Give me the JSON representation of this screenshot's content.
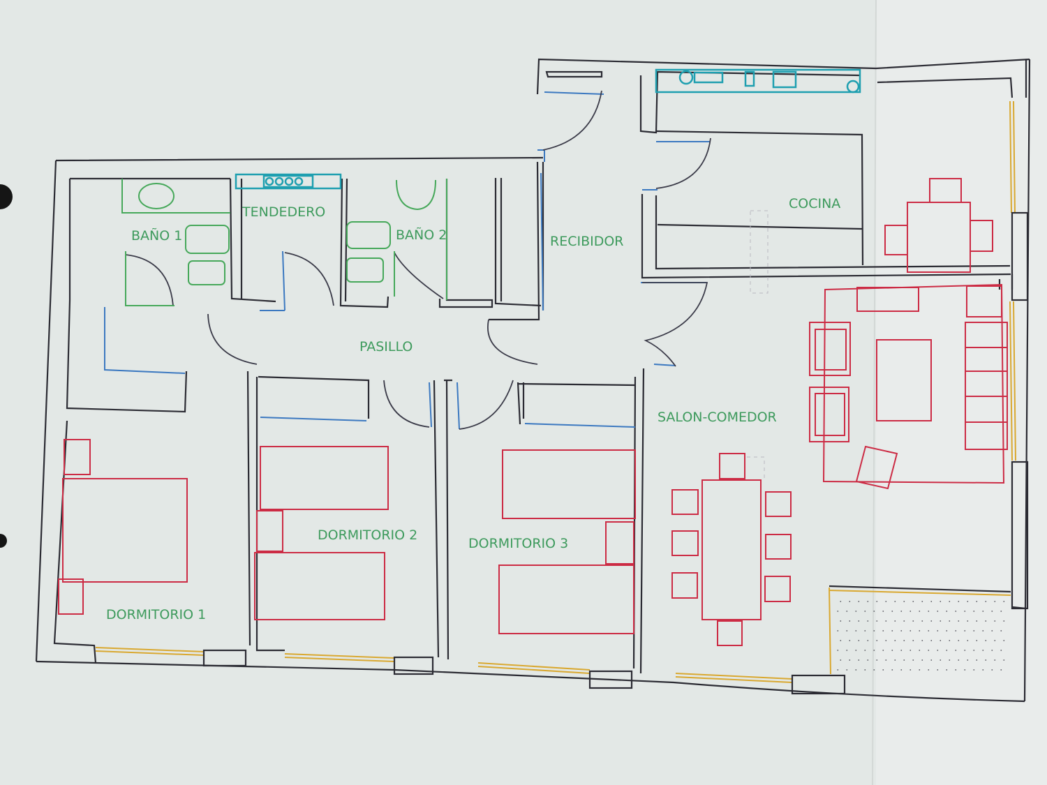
{
  "rooms": {
    "bano1": "BAÑO 1",
    "tendedero": "TENDEDERO",
    "bano2": "BAÑO 2",
    "recibidor": "RECIBIDOR",
    "cocina": "COCINA",
    "pasillo": "PASILLO",
    "salon_comedor": "SALON-COMEDOR",
    "dormitorio1": "DORMITORIO 1",
    "dormitorio2": "DORMITORIO 2",
    "dormitorio3": "DORMITORIO 3"
  },
  "colors": {
    "paper": "#e3e8e6",
    "walls": "#2b2b33",
    "labels": "#3d9a5c",
    "furniture": "#cc2b44",
    "doors_frames": "#3b78c0",
    "sanitary": "#46a85a",
    "kitchen_counter": "#1e9fb0",
    "windows": "#d9a830"
  }
}
